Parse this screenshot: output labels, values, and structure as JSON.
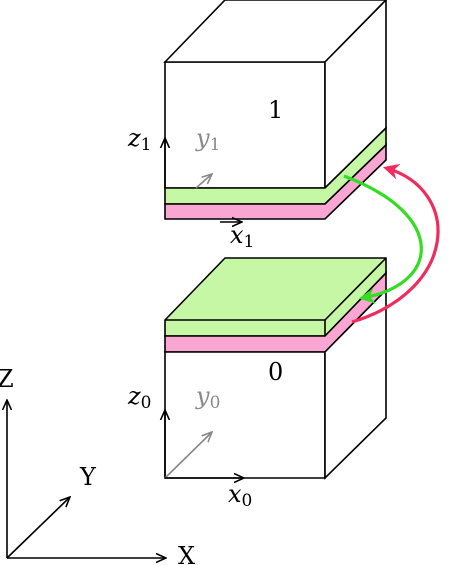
{
  "colors": {
    "green_layer": "#c6f7a4",
    "pink_layer": "#f9a6d2",
    "green_arrow": "#33dd22",
    "red_arrow": "#ee2d5e",
    "line": "#000000",
    "grey_axis": "#888888"
  },
  "top_block": {
    "label": "1",
    "z_axis": "z",
    "z_sub": "1",
    "y_axis": "y",
    "y_sub": "1",
    "x_axis": "x",
    "x_sub": "1"
  },
  "bottom_block": {
    "label": "0",
    "z_axis": "z",
    "z_sub": "0",
    "y_axis": "y",
    "y_sub": "0",
    "x_axis": "x",
    "x_sub": "0"
  },
  "global_axes": {
    "z_label": "Z",
    "y_label": "Y",
    "x_label": "X"
  }
}
